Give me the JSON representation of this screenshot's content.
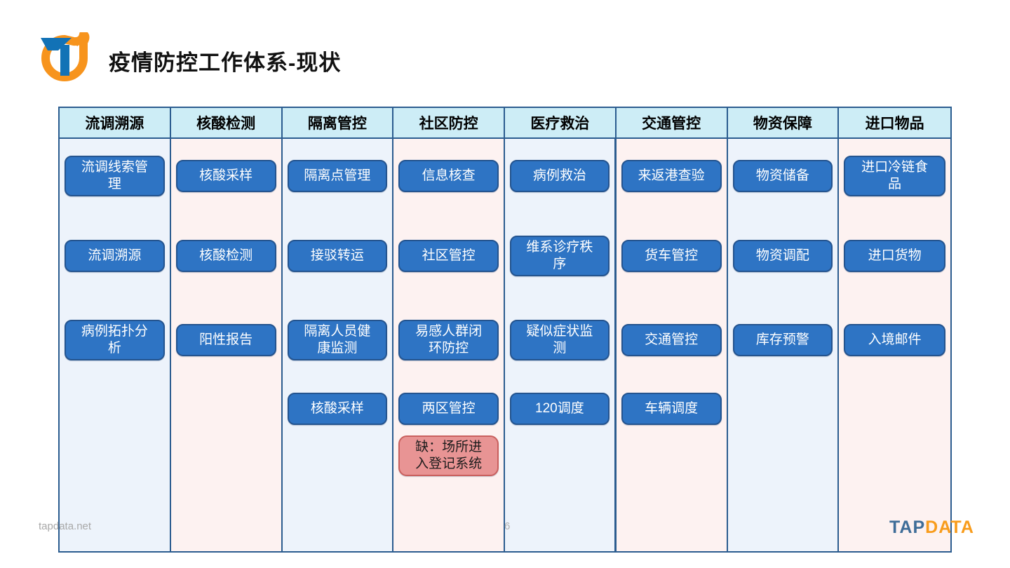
{
  "slide": {
    "title": "疫情防控工作体系-现状"
  },
  "footer": {
    "site": "tapdata.net",
    "page_number": "6",
    "brand_tap": "TAP",
    "brand_data": "DATA"
  },
  "colors": {
    "header_bg": "#cdedf6",
    "column_bg_blue": "#edf3fb",
    "column_bg_pink": "#fdf2f1",
    "divider_navy": "#2b5c8f",
    "box_fill": "#2e74c4",
    "box_border": "#24548f",
    "missing_fill": "#e89494",
    "missing_border": "#c9605e",
    "logo_orange": "#f7941d",
    "logo_blue": "#1272b6"
  },
  "board": {
    "columns": [
      {
        "header": "流调溯源",
        "items": [
          {
            "label": "流调线索管\n理"
          },
          {
            "label": "流调溯源"
          },
          {
            "label": "病例拓扑分\n析"
          }
        ]
      },
      {
        "header": "核酸检测",
        "items": [
          {
            "label": "核酸采样"
          },
          {
            "label": "核酸检测"
          },
          {
            "label": "阳性报告"
          }
        ]
      },
      {
        "header": "隔离管控",
        "items": [
          {
            "label": "隔离点管理"
          },
          {
            "label": "接驳转运"
          },
          {
            "label": "隔离人员健\n康监测"
          },
          {
            "label": "核酸采样"
          }
        ]
      },
      {
        "header": "社区防控",
        "items": [
          {
            "label": "信息核查"
          },
          {
            "label": "社区管控"
          },
          {
            "label": "易感人群闭\n环防控"
          },
          {
            "label": "两区管控"
          },
          {
            "label": "缺：场所进\n入登记系统",
            "missing": true
          }
        ]
      },
      {
        "header": "医疗救治",
        "items": [
          {
            "label": "病例救治"
          },
          {
            "label": "维系诊疗秩\n序"
          },
          {
            "label": "疑似症状监\n测"
          },
          {
            "label": "120调度"
          }
        ]
      },
      {
        "header": "交通管控",
        "items": [
          {
            "label": "来返港查验"
          },
          {
            "label": "货车管控"
          },
          {
            "label": "交通管控"
          },
          {
            "label": "车辆调度"
          }
        ]
      },
      {
        "header": "物资保障",
        "items": [
          {
            "label": "物资储备"
          },
          {
            "label": "物资调配"
          },
          {
            "label": "库存预警"
          }
        ]
      },
      {
        "header": "进口物品",
        "items": [
          {
            "label": "进口冷链食\n品"
          },
          {
            "label": "进口货物"
          },
          {
            "label": "入境邮件"
          }
        ]
      }
    ]
  }
}
